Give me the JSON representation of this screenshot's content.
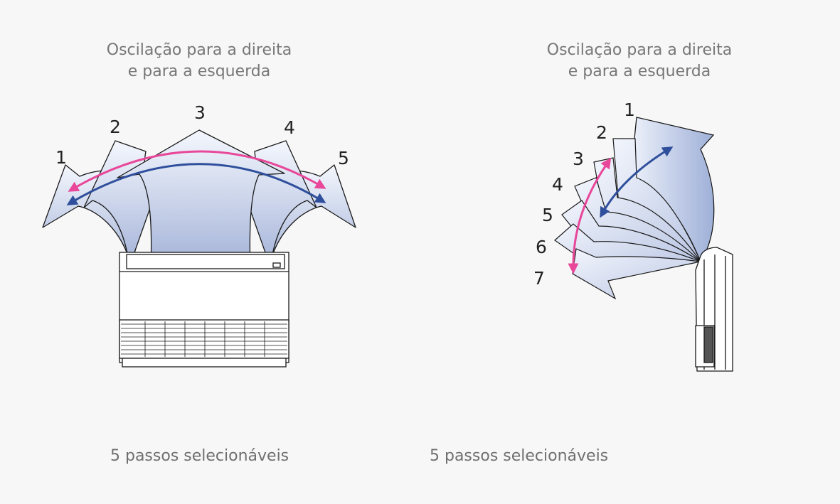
{
  "panels": [
    {
      "caption_line1": "Oscilação para a direita",
      "caption_line2": "e para a esquerda",
      "footer": "5 passos selecionáveis",
      "step_labels": [
        "1",
        "2",
        "3",
        "4",
        "5"
      ]
    },
    {
      "caption_line1": "Oscilação para a direita",
      "caption_line2": "e para a esquerda",
      "footer": "5 passos selecionáveis",
      "step_labels": [
        "1",
        "2",
        "3",
        "4",
        "5",
        "6",
        "7"
      ]
    }
  ],
  "colors": {
    "pink_arrow": "#e8479a",
    "blue_arrow": "#2f4f9c",
    "airflow_light": "#f3f6fc",
    "airflow_dark": "#a9b7da"
  }
}
